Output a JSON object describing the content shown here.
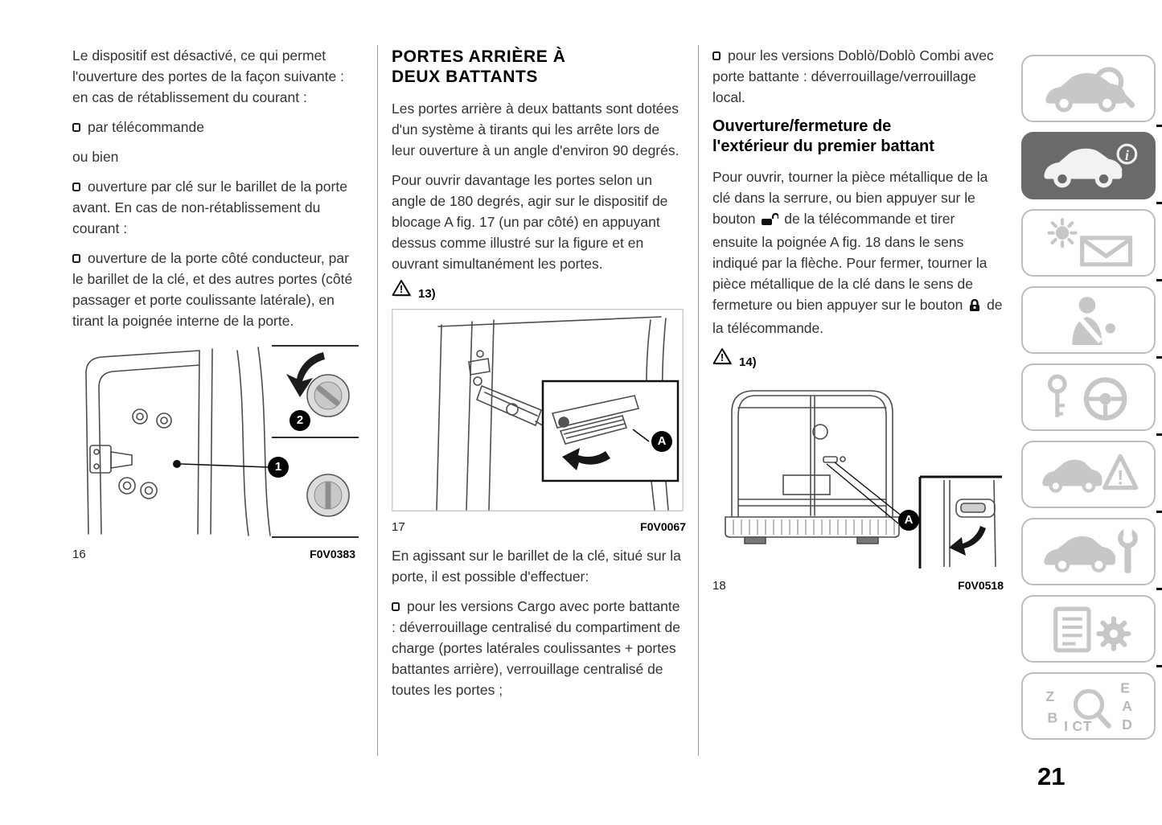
{
  "page_number": "21",
  "col1": {
    "para1": "Le dispositif est désactivé, ce qui permet l'ouverture des portes de la façon suivante : en cas de rétablissement du courant :",
    "bullet1": "par télécommande",
    "or_text": "ou bien",
    "bullet2": "ouverture par clé sur le barillet de la porte avant. En cas de non-rétablissement du courant :",
    "bullet3": "ouverture de la porte côté conducteur, par le barillet de la clé, et des autres portes (côté passager et porte coulissante latérale), en tirant la poignée interne de la porte.",
    "figure": {
      "number": "16",
      "code": "F0V0383",
      "callout1": "1",
      "callout2": "2"
    }
  },
  "col2": {
    "heading": "PORTES ARRIÈRE À DEUX BATTANTS",
    "para1": "Les portes arrière à deux battants sont dotées d'un système à tirants qui les arrête lors de leur ouverture à un angle d'environ 90 degrés.",
    "para2": "Pour ouvrir davantage les portes selon un angle de 180 degrés, agir sur le dispositif de blocage A fig. 17 (un par côté) en appuyant dessus comme illustré sur la figure et en ouvrant simultanément les portes.",
    "warning_ref": "13)",
    "figure": {
      "number": "17",
      "code": "F0V0067",
      "callout": "A"
    },
    "para3": "En agissant sur le barillet de la clé, situé sur la porte, il est possible d'effectuer:",
    "bullet1": "pour les versions Cargo avec porte battante : déverrouillage centralisé du compartiment de charge (portes latérales coulissantes + portes battantes arrière), verrouillage centralisé de toutes les portes ;"
  },
  "col3": {
    "bullet1": "pour les versions Doblò/Doblò Combi avec porte battante : déverrouillage/verrouillage local.",
    "heading": "Ouverture/fermeture de l'extérieur du premier battant",
    "para1_before_icon": "Pour ouvrir, tourner la pièce métallique de la clé dans la serrure, ou bien appuyer sur le bouton",
    "para1_between_icons": "de la télécommande et tirer ensuite la poignée A fig. 18 dans le sens indiqué par la flèche. Pour fermer, tourner la pièce métallique de la clé dans le sens de fermeture ou bien appuyer sur le bouton",
    "para1_after_icon": "de la télécommande.",
    "warning_ref": "14)",
    "figure": {
      "number": "18",
      "code": "F0V0518",
      "callout": "A"
    }
  },
  "sidebar": {
    "items": [
      {
        "name": "vehicle-overview",
        "icon": "car-magnifier-icon",
        "active": false
      },
      {
        "name": "vehicle-info",
        "icon": "car-info-icon",
        "active": true
      },
      {
        "name": "warning-lights-messages",
        "icon": "light-envelope-icon",
        "active": false
      },
      {
        "name": "safety",
        "icon": "person-seatbelt-icon",
        "active": false
      },
      {
        "name": "starting-driving",
        "icon": "key-steering-icon",
        "active": false
      },
      {
        "name": "emergency",
        "icon": "car-warning-triangle-icon",
        "active": false
      },
      {
        "name": "servicing-maintenance",
        "icon": "car-wrench-icon",
        "active": false
      },
      {
        "name": "technical-data",
        "icon": "list-gear-icon",
        "active": false
      },
      {
        "name": "alphabetical-index",
        "icon": "abc-magnifier-icon",
        "active": false
      }
    ]
  },
  "colors": {
    "active_tab_bg": "#6a6a6a",
    "inactive_icon": "#c7c7c7",
    "tab_border": "#bdbdbd",
    "body_text": "#333333"
  }
}
